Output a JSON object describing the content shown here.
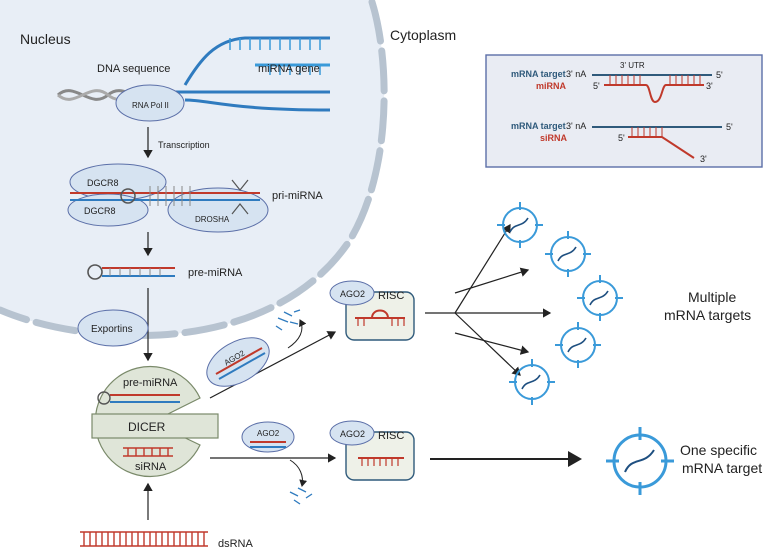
{
  "labels": {
    "nucleus": "Nucleus",
    "cytoplasm": "Cytoplasm",
    "dna_sequence": "DNA sequence",
    "mirna_gene": "miRNA gene",
    "rna_pol": "RNA Pol II",
    "transcription": "Transcription",
    "dgcr8_top": "DGCR8",
    "dgcr8_bottom": "DGCR8",
    "drosha": "DROSHA",
    "pri_mirna": "pri-miRNA",
    "pre_mirna": "pre-miRNA",
    "exportins": "Exportins",
    "dicer_pre_mirna": "pre-miRNA",
    "dicer": "DICER",
    "dicer_sirna": "siRNA",
    "dsrna": "dsRNA",
    "ago2_upper": "AGO2",
    "ago2_lower": "AGO2",
    "risc_ago2_upper": "AGO2",
    "risc_upper": "RISC",
    "risc_ago2_lower": "AGO2",
    "risc_lower": "RISC",
    "multiple_line1": "Multiple",
    "multiple_line2": "mRNA targets",
    "one_line1": "One specific",
    "one_line2": "mRNA target"
  },
  "inset": {
    "utr": "3' UTR",
    "mirna_target": "mRNA target",
    "mirna": "miRNA",
    "sirna_target": "mRNA target",
    "sirna": "siRNA",
    "end_3na_top": "3' nA",
    "end_5_top": "5'",
    "end_5_mirna": "5'",
    "end_3_mirna": "3'",
    "end_3na_bottom": "3' nA",
    "end_5_bottom": "5'",
    "end_5_sirna": "5'",
    "end_3_sirna": "3'"
  },
  "colors": {
    "nucleus_fill": "#e8eef6",
    "membrane": "#b7c3d0",
    "blue": "#2f7bbf",
    "red": "#c0392b",
    "panel_blue": "#5b6fa8",
    "protein_fill": "#d6e3f1",
    "risc_fill": "#eef1e8",
    "target_blue": "#3a9ad9"
  }
}
